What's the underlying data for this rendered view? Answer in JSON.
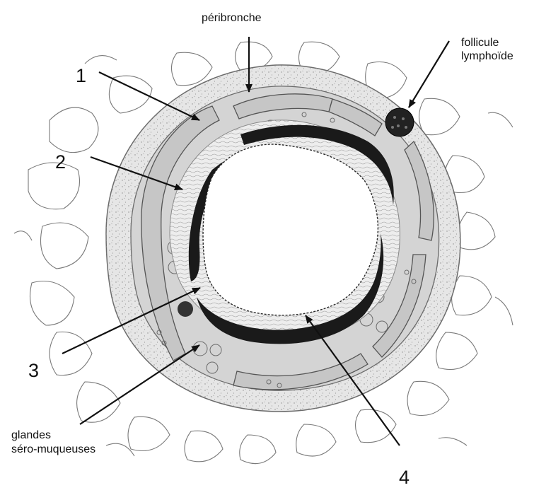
{
  "labels": {
    "peribronche": "péribronche",
    "follicule_line1": "follicule",
    "follicule_line2": "lymphoïde",
    "num1": "1",
    "num2": "2",
    "num3": "3",
    "num4": "4",
    "glandes_line1": "glandes",
    "glandes_line2": "séro-muqueuses"
  },
  "colors": {
    "outline": "#6b6b6b",
    "fibrous_ring": "#e6e6e6",
    "gland_band": "#cfcfcf",
    "cartilage": "#c6c6c6",
    "muscle": "#1a1a1a",
    "lumen": "#ffffff",
    "arrow": "#111111"
  }
}
